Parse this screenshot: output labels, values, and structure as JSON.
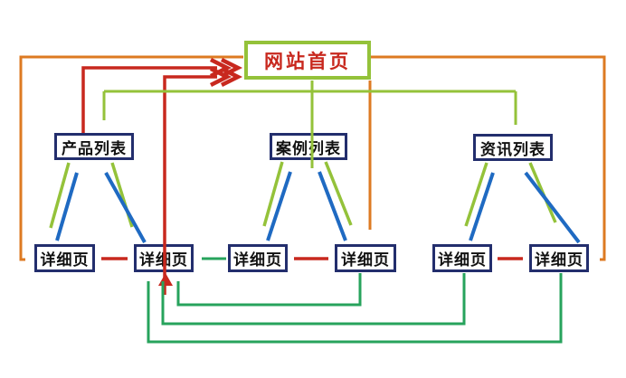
{
  "diagram": {
    "home": {
      "label": "网站首页"
    },
    "lists": [
      {
        "label": "产品列表"
      },
      {
        "label": "案例列表"
      },
      {
        "label": "资讯列表"
      }
    ],
    "details": [
      {
        "label": "详细页"
      },
      {
        "label": "详细页"
      },
      {
        "label": "详细页"
      },
      {
        "label": "详细页"
      },
      {
        "label": "详细页"
      },
      {
        "label": "详细页"
      }
    ],
    "colors": {
      "orange": "#dd7a22",
      "red": "#c8281e",
      "yellow_green": "#94c23a",
      "green": "#27a35c",
      "blue": "#1f6ac2",
      "navy": "#232e6d",
      "home_text": "#c8281e",
      "box_text": "#111111",
      "background": "#ffffff"
    }
  }
}
